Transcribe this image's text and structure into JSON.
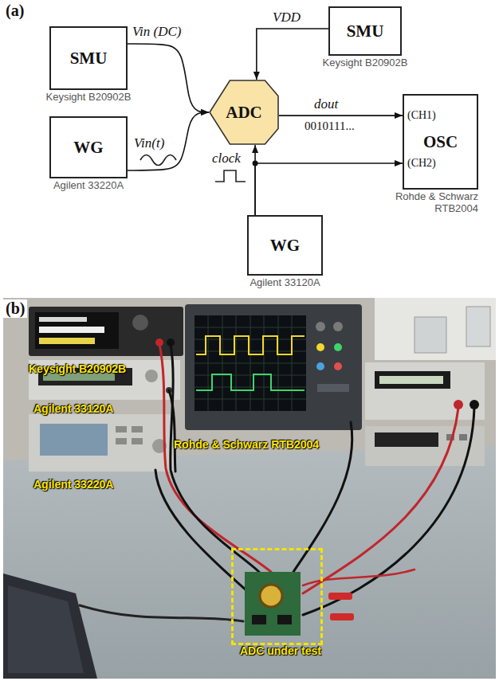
{
  "diagram": {
    "nodes": [
      {
        "text": [
          "SMU",
          "Keysight B20902B"
        ]
      },
      {
        "text": [
          "WG",
          "Agilent 33220A"
        ]
      },
      {
        "text": [
          "ADC"
        ]
      },
      {
        "text": [
          "SMU",
          "Keysight B20902B"
        ]
      },
      {
        "text": [
          "(CH1)",
          "OSC",
          "(CH2)",
          "Rohde & Schwarz RTB2004"
        ]
      },
      {
        "text": [
          "WG",
          "Agilent 33120A"
        ]
      },
      {
        "text": [
          "ADC under test"
        ]
      }
    ],
    "edges": [
      {
        "from": 0,
        "to": 2,
        "arrow": "to",
        "label": "Vin (DC)"
      },
      {
        "from": 1,
        "to": 2,
        "arrow": "to",
        "label": "Vin(t)"
      },
      {
        "from": 3,
        "to": 2,
        "arrow": "to",
        "label": "VDD"
      },
      {
        "from": 2,
        "to": 4,
        "arrow": "to",
        "label": "dout"
      },
      {
        "from": 5,
        "to": 2,
        "arrow": "to",
        "label": "clock"
      },
      {
        "from": 5,
        "to": 4,
        "arrow": "to"
      }
    ],
    "labels": [
      "(a)",
      "(b)",
      "0010111...",
      "Keysight B20902B",
      "Agilent 33120A",
      "Rohde & Schwarz RTB2004",
      "Agilent 33220A"
    ]
  }
}
